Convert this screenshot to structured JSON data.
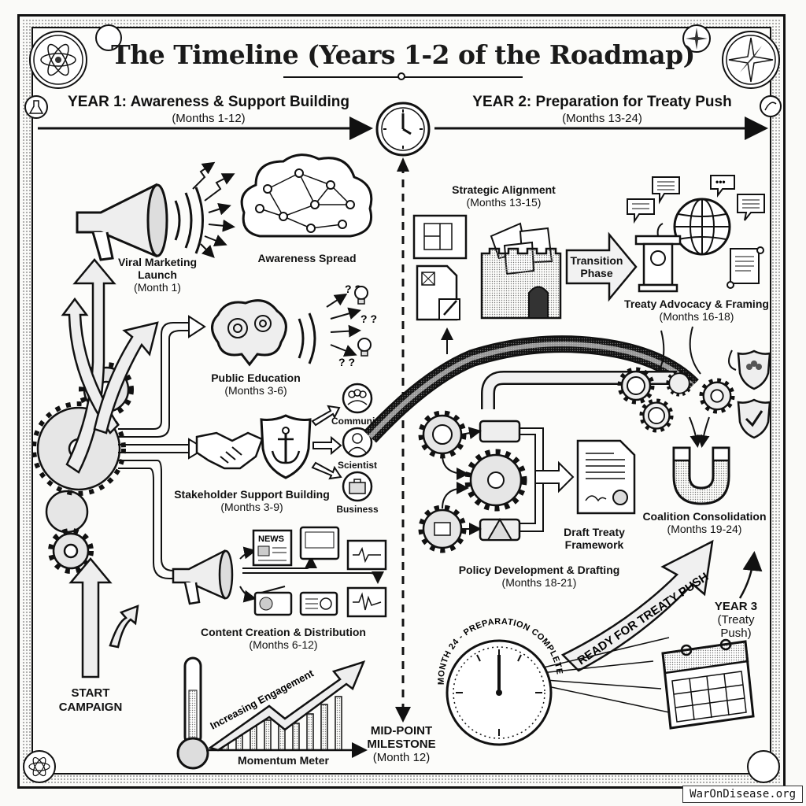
{
  "title": "The Timeline (Years 1-2 of the Roadmap)",
  "year1": {
    "heading": "YEAR 1: Awareness & Support Building",
    "months": "(Months 1-12)"
  },
  "year2": {
    "heading": "YEAR 2: Preparation for Treaty Push",
    "months": "(Months 13-24)"
  },
  "year1_stages": {
    "viral_marketing": {
      "title_line1": "Viral Marketing",
      "title_line2": "Launch",
      "months": "(Month 1)"
    },
    "awareness_spread": {
      "title": "Awareness Spread"
    },
    "public_education": {
      "title": "Public Education",
      "months": "(Months 3-6)"
    },
    "stakeholder_support": {
      "title": "Stakeholder Support Building",
      "months": "(Months 3-9)",
      "groups": [
        "Community",
        "Scientist",
        "Business"
      ]
    },
    "content_creation": {
      "title": "Content Creation & Distribution",
      "months": "(Months 6-12)",
      "news_label": "NEWS"
    },
    "start": {
      "line1": "START",
      "line2": "CAMPAIGN"
    },
    "momentum": {
      "title": "Momentum Meter",
      "trend_label": "Increasing Engagement"
    },
    "midpoint": {
      "line1": "MID-POINT",
      "line2": "MILESTONE",
      "months": "(Month 12)"
    }
  },
  "year2_stages": {
    "strategic_alignment": {
      "title": "Strategic Alignment",
      "months": "(Months 13-15)"
    },
    "transition": {
      "line1": "Transition",
      "line2": "Phase"
    },
    "treaty_advocacy": {
      "title": "Treaty Advocacy & Framing",
      "months": "(Months 16-18)"
    },
    "policy_development": {
      "title": "Policy Development & Drafting",
      "months": "(Months 18-21)"
    },
    "draft_treaty": {
      "line1": "Draft Treaty",
      "line2": "Framework"
    },
    "coalition": {
      "title": "Coalition Consolidation",
      "months": "(Months 19-24)"
    },
    "month24": {
      "arc_label": "MONTH 24 - PREPARATION COMPLETE"
    },
    "ready": {
      "label": "READY FOR TREATY PUSH"
    },
    "year3": {
      "line1": "YEAR 3",
      "line2": "(Treaty Push)"
    }
  },
  "icons": [
    "atom-icon",
    "compass-icon",
    "flask-icon",
    "compass-rose-icon",
    "clock-icon",
    "megaphone-icon",
    "network-cloud-icon",
    "brain-icon",
    "lightbulb-icon",
    "handshake-icon",
    "anchor-shield-icon",
    "community-icon",
    "scientist-icon",
    "business-icon",
    "newspaper-icon",
    "radio-icon",
    "monitor-icon",
    "thermometer-icon",
    "castle-icon",
    "blueprint-icon",
    "podium-icon",
    "globe-icon",
    "speech-bubble-icon",
    "scroll-icon",
    "gear-icon",
    "document-icon",
    "magnet-icon",
    "shield-icon",
    "calendar-icon"
  ],
  "watermark": "WarOnDisease.org"
}
